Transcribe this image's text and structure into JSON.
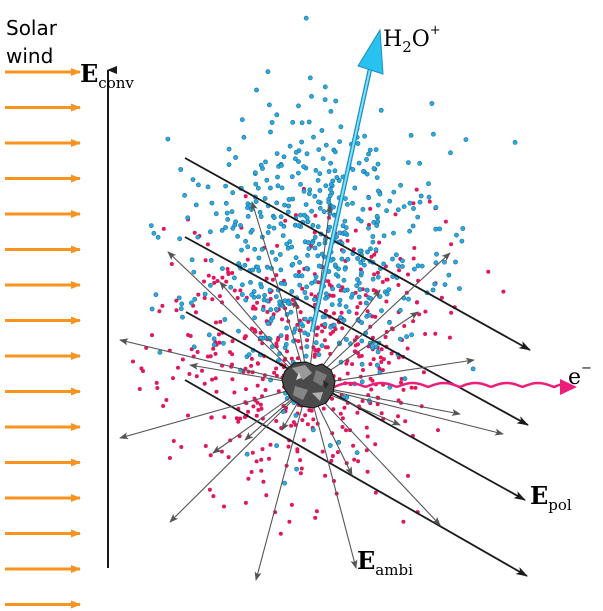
{
  "labels": {
    "solar_wind_line1": "Solar",
    "solar_wind_line2": "wind",
    "e_conv_main": "E",
    "e_conv_sub": "conv",
    "h2o_h": "H",
    "h2o_sub": "2",
    "h2o_o": "O",
    "h2o_sup": "+",
    "electron_e": "e",
    "electron_sup": "−",
    "e_pol_main": "E",
    "e_pol_sub": "pol",
    "e_ambi_main": "E",
    "e_ambi_sub": "ambi"
  },
  "colors": {
    "solar_wind_arrow": "#f7931e",
    "ion_dot": "#29abe2",
    "electron_dot": "#e0185a",
    "ion_arrow": "#29c1f0",
    "electron_trail": "#ed1e79",
    "field_line": "#1a1a1a",
    "ambipolar_arrow": "#555555",
    "nucleus": "#4a4a4a"
  },
  "icons": {
    "nucleus": "comet-nucleus-icon"
  }
}
